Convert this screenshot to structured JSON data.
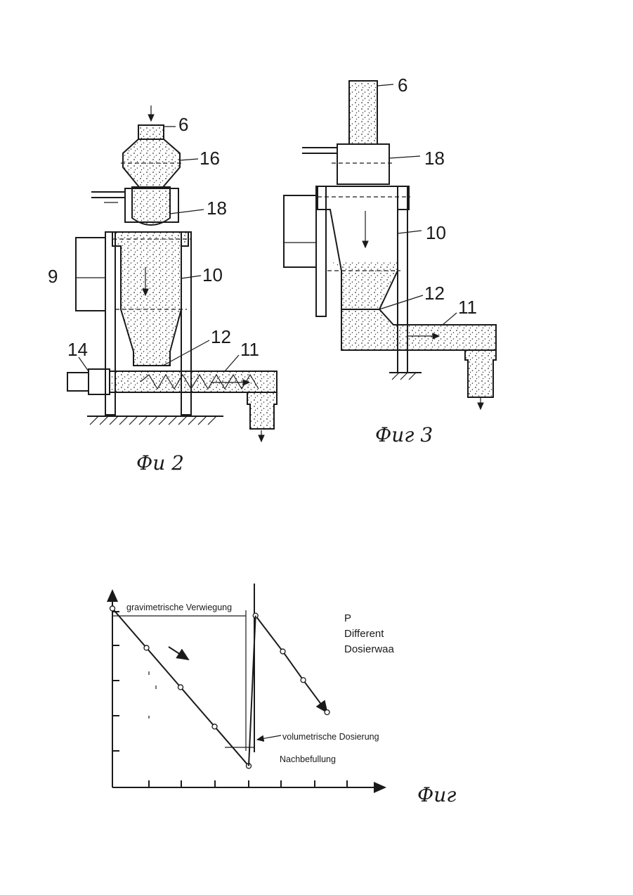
{
  "figure2": {
    "labels": {
      "l6": "6",
      "l16": "16",
      "l18": "18",
      "l9": "9",
      "l10": "10",
      "l14": "14",
      "l12": "12",
      "l11": "11"
    },
    "caption": "Фи 2"
  },
  "figure3": {
    "labels": {
      "l6": "6",
      "l18": "18",
      "l10": "10",
      "l12": "12",
      "l11": "11"
    },
    "caption": "Фиг 3"
  },
  "figure4": {
    "caption": "Фиг",
    "annotations": {
      "gravimetric": "gravimetrische Verwiegung",
      "volumetric": "volumetrische Dosierung",
      "refill": "Nachbefullung"
    },
    "legend": [
      "P",
      "Different",
      "Dosierwaa"
    ],
    "chart_data": {
      "type": "line",
      "series": [
        {
          "values": [
            [
              0,
              100
            ],
            [
              1,
              89
            ],
            [
              2,
              78
            ],
            [
              3,
              67
            ],
            [
              4,
              56
            ]
          ]
        },
        {
          "values": [
            [
              4.2,
              98
            ],
            [
              5,
              88
            ],
            [
              5.6,
              80
            ],
            [
              6.3,
              71
            ]
          ]
        }
      ],
      "xlim": [
        0,
        8
      ],
      "ylim": [
        50,
        105
      ]
    }
  }
}
